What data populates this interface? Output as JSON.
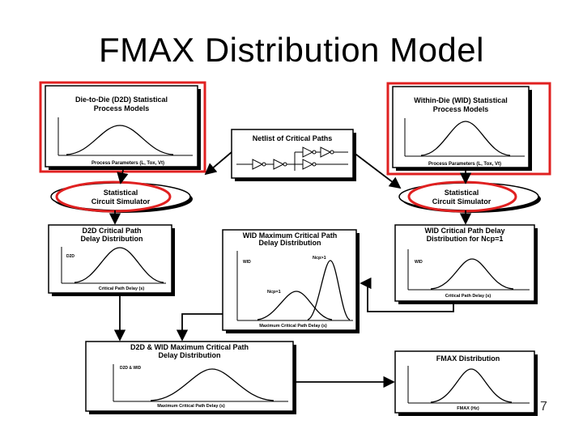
{
  "slide": {
    "title": "FMAX Distribution Model",
    "page_number": "7"
  },
  "diagram": {
    "d2d_models": {
      "title_line1": "Die-to-Die (D2D) Statistical",
      "title_line2": "Process Models",
      "axis_label": "Process Parameters (L, Tox, Vt)"
    },
    "wid_models": {
      "title_line1": "Within-Die (WID) Statistical",
      "title_line2": "Process Models",
      "axis_label": "Process Parameters (L, Tox, Vt)"
    },
    "netlist": {
      "title": "Netlist of Critical Paths"
    },
    "simulator_left": {
      "line1": "Statistical",
      "line2": "Circuit Simulator"
    },
    "simulator_right": {
      "line1": "Statistical",
      "line2": "Circuit Simulator"
    },
    "d2d_delay": {
      "title_line1": "D2D Critical Path",
      "title_line2": "Delay Distribution",
      "curve_label": "D2D",
      "axis_label": "Critical Path Delay (s)"
    },
    "wid_max": {
      "title_line1": "WID Maximum Critical Path",
      "title_line2": "Delay Distribution",
      "curve_label": "WID",
      "label_ncp_large": "Ncp>1",
      "label_ncp_one": "Ncp=1",
      "axis_label": "Maximum Critical Path Delay (s)"
    },
    "wid_path": {
      "title_line1": "WID Critical Path Delay",
      "title_line2": "Distribution for Ncp=1",
      "curve_label": "WID",
      "axis_label": "Critical Path Delay (s)"
    },
    "combined": {
      "title_line1": "D2D & WID Maximum Critical Path",
      "title_line2": "Delay Distribution",
      "curve_label": "D2D & WID",
      "axis_label": "Maximum Critical Path Delay (s)"
    },
    "fmax": {
      "title": "FMAX Distribution",
      "axis_label": "FMAX (Hz)"
    },
    "colors": {
      "highlight": "#e02020",
      "stroke": "#000000",
      "shadow": "#000000"
    }
  }
}
